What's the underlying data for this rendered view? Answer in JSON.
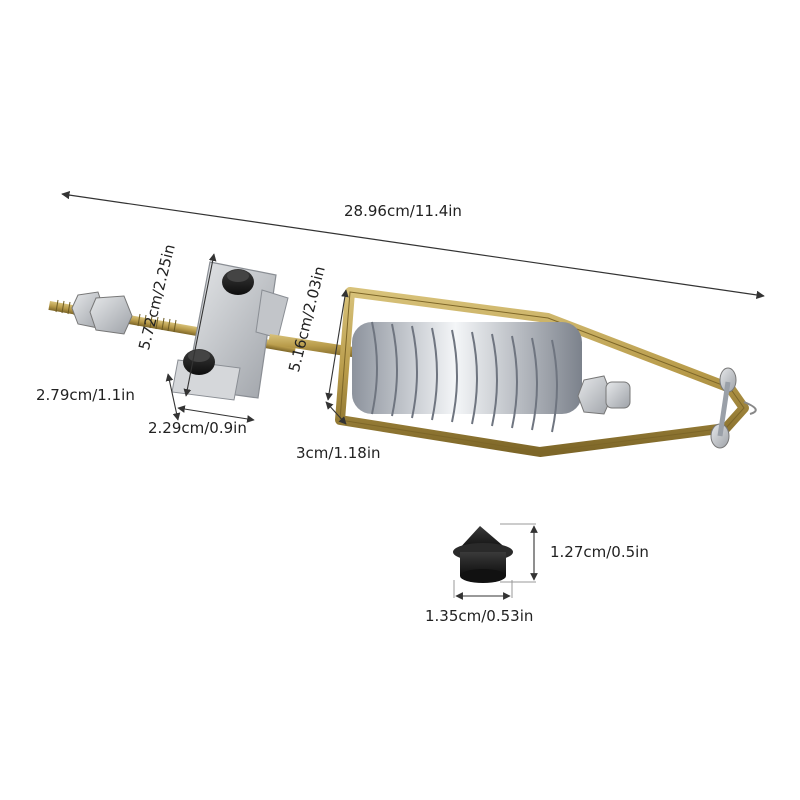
{
  "product": {
    "dimensions": {
      "overall_length": "28.96cm/11.4in",
      "block_height": "5.72cm/2.25in",
      "block_depth": "2.79cm/1.1in",
      "block_width": "2.29cm/0.9in",
      "cage_height": "5.16cm/2.03in",
      "cage_width": "3cm/1.18in",
      "cap_height": "1.27cm/0.5in",
      "cap_width": "1.35cm/0.53in"
    }
  },
  "colors": {
    "brass": "#b89b4a",
    "brass_dark": "#8a7230",
    "spring": "#c8ccd4",
    "steel": "#c9cbcf",
    "rubber": "#1b1b1b",
    "dim_line": "#333333"
  }
}
